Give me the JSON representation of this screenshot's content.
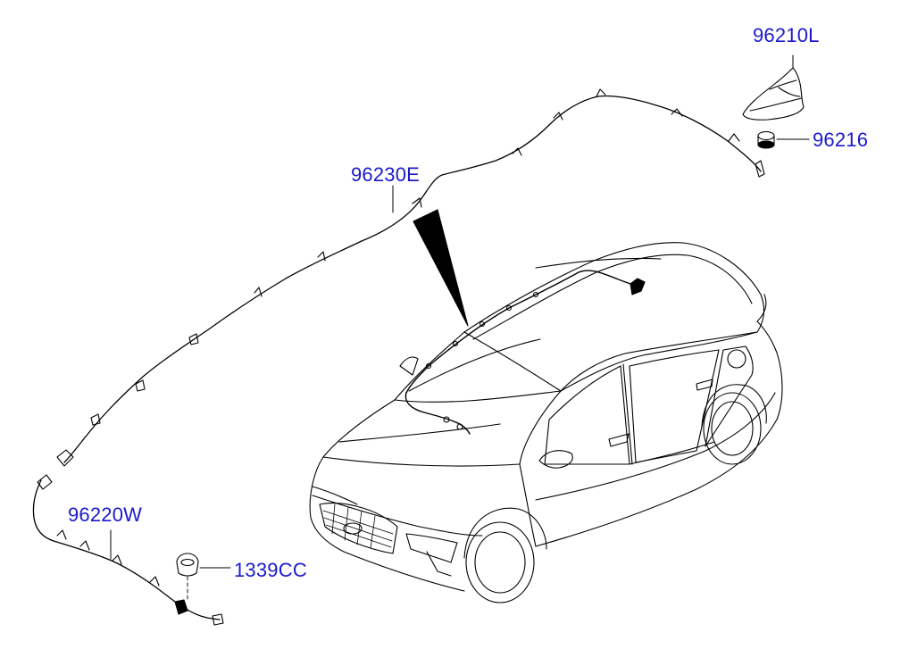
{
  "parts": {
    "antenna_assy": {
      "label": "96210L"
    },
    "antenna_grommet": {
      "label": "96216"
    },
    "roof_feeder_cable": {
      "label": "96230E"
    },
    "extension_cable": {
      "label": "96220W"
    },
    "clip_nut": {
      "label": "1339CC"
    }
  },
  "colors": {
    "label_text": "#1a1acc",
    "line_art": "#000000",
    "background": "#ffffff"
  }
}
